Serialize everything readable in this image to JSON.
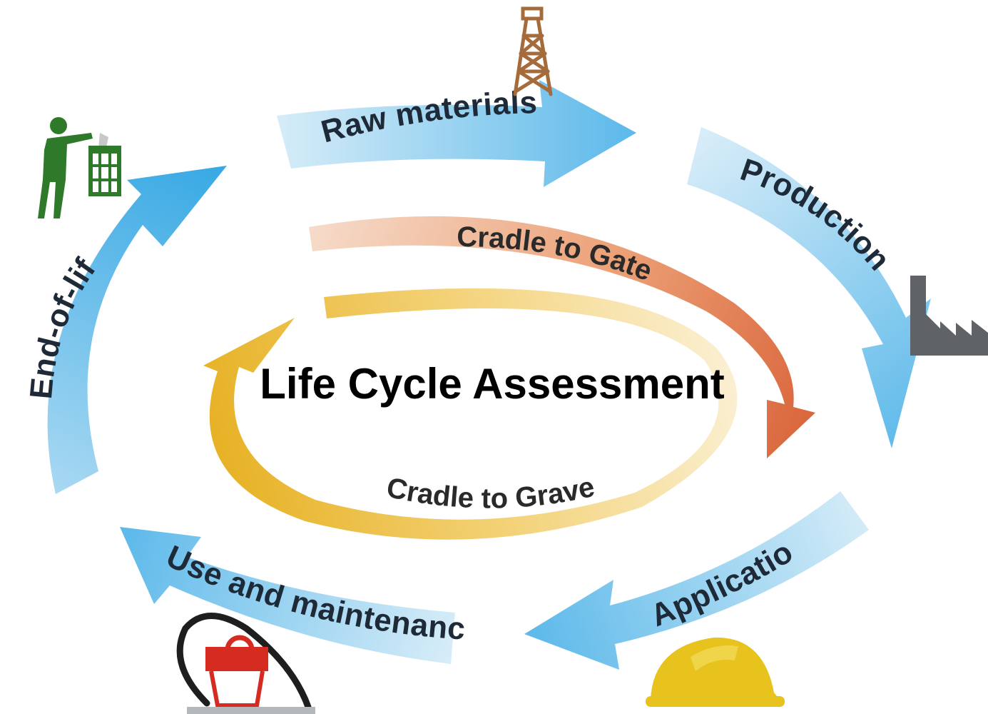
{
  "title": "Life Cycle Assessment",
  "stages": [
    {
      "key": "raw",
      "label": "Raw materials",
      "icon": "oil-derrick-icon"
    },
    {
      "key": "production",
      "label": "Production",
      "icon": "factory-icon"
    },
    {
      "key": "application",
      "label": "Application",
      "icon": "hard-hat-icon"
    },
    {
      "key": "use",
      "label": "Use and maintenance",
      "icon": "vacuum-cleaner-icon"
    },
    {
      "key": "eol",
      "label": "End-of-life",
      "icon": "person-trash-bin-icon"
    }
  ],
  "loops": {
    "gate": "Cradle to Gate",
    "grave": "Cradle to Grave"
  },
  "colors": {
    "arrow_light": "#d6ecf8",
    "arrow_dark": "#38a9e4",
    "gate_start": "#f6dccb",
    "gate_end": "#d9643a",
    "grave_start": "#fbf0d4",
    "grave_end": "#e7b226",
    "figure_green": "#2f7a2a",
    "factory_gray": "#5f6266",
    "hat_yellow": "#e8c21d",
    "vacuum_red": "#d62b20",
    "derrick_brown": "#a56b3a"
  }
}
